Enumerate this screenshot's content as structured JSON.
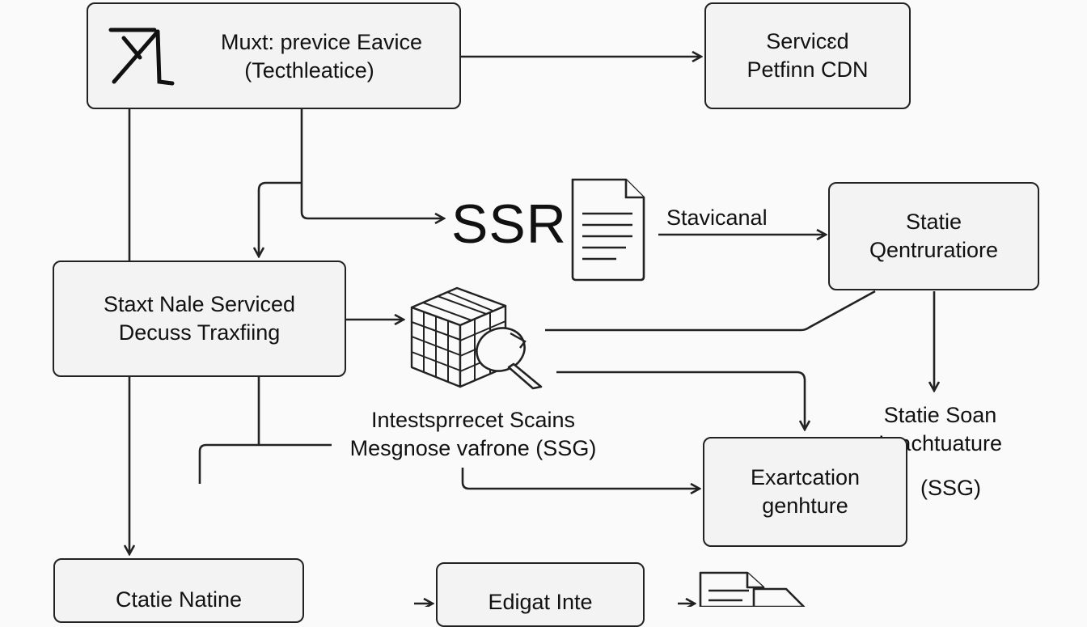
{
  "nodes": {
    "top_left": {
      "line1": "Muxt: previce Eavice",
      "line2": "(Tecthleatice)"
    },
    "top_right": {
      "line1": "Servicɛd",
      "line2": "Petfinn CDN"
    },
    "ssr_label": "SSR",
    "right_mid": {
      "line1": "Statie",
      "line2": "Qentruratiore"
    },
    "left_mid": {
      "line1": "Staxt Nale Serviced",
      "line2": "Decuss Traxfiing"
    },
    "center_label": {
      "line1": "Intestsprrecet Scains",
      "line2": "Mesgnose vafrone (SSG)"
    },
    "right_label": {
      "line1": "Statie Soan",
      "line2": "Irrachtuature"
    },
    "bottom_right": {
      "line1": "Exartcation",
      "line2": "genhture"
    },
    "ssg_tag": "(SSG)",
    "bottom_left": {
      "line1": "Ctatie Natine"
    },
    "bottom_mid": {
      "line1": "Edigat Inte"
    }
  },
  "edges": {
    "stavicanal_label": "Stavicanal"
  },
  "icons": {
    "logo": "x-logo-icon",
    "ssr_doc": "document-icon",
    "cube": "grid-cube-icon",
    "magnifier": "magnifier-icon",
    "bottom_doc": "document-icon"
  }
}
